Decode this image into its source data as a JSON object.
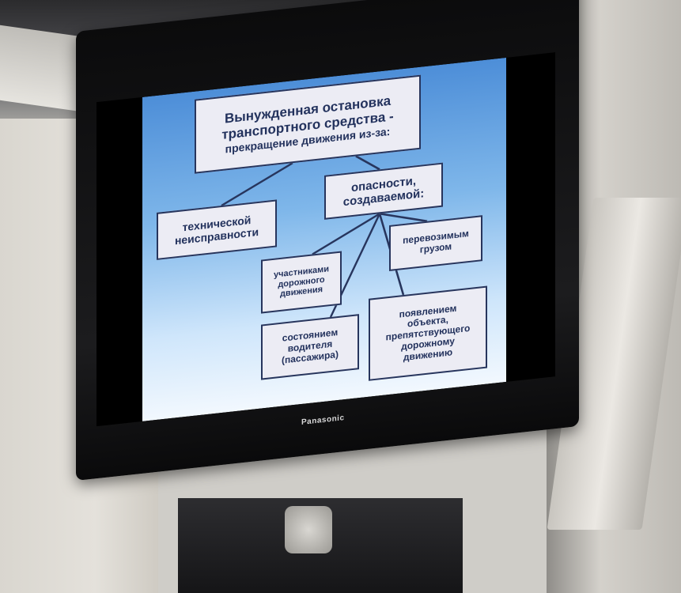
{
  "tv": {
    "brand": "Panasonic"
  },
  "slide": {
    "title_line1": "Вынужденная остановка",
    "title_line2": "транспортного средства -",
    "title_line3": "прекращение движения из-за:",
    "cause_technical": "технической\nнеисправности",
    "cause_danger": "опасности,\nсоздаваемой:",
    "danger_participants": "участниками\nдорожного\nдвижения",
    "danger_cargo": "перевозимым\nгрузом",
    "danger_driver": "состоянием\nводителя\n(пассажира)",
    "danger_object": "появлением\nобъекта,\nпрепятствующего\nдорожному\nдвижению"
  }
}
